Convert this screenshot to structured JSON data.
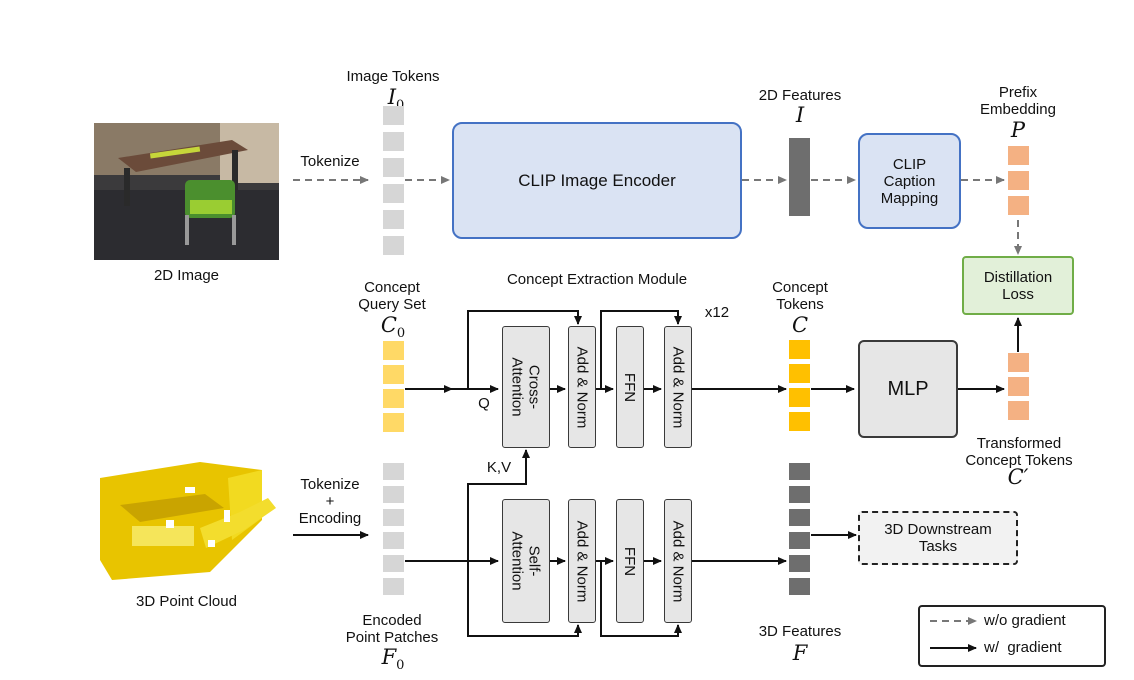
{
  "colors": {
    "gray_token": "#d6d6d6",
    "dark_token": "#6e6e6e",
    "orange_token": "#f4b183",
    "yellow_light": "#ffd966",
    "yellow_dark": "#ffc000",
    "clip_fill": "#dae3f3",
    "clip_border": "#4472c4",
    "distill_fill": "#e2f0d9",
    "distill_border": "#70ad47",
    "module_fill": "#fbe5d6",
    "module_border": "#c55a11"
  },
  "images": {
    "image_2d_label": "2D Image",
    "point_cloud_label": "3D Point Cloud"
  },
  "labels": {
    "image_tokens": "Image Tokens",
    "tokenize": "Tokenize",
    "tokenize_encoding": [
      "Tokenize",
      "+",
      "Encoding"
    ],
    "features_2d": "2D Features",
    "prefix_embedding": [
      "Prefix",
      "Embedding"
    ],
    "concept_query_set": [
      "Concept",
      "Query Set"
    ],
    "concept_tokens": [
      "Concept",
      "Tokens"
    ],
    "transformed_concept_tokens": [
      "Transformed",
      "Concept Tokens"
    ],
    "encoded_point_patches": [
      "Encoded",
      "Point Patches"
    ],
    "features_3d": "3D Features",
    "q": "Q",
    "kv": "K,V",
    "x12": "x12"
  },
  "symbols": {
    "I0": "I",
    "I0_sub": "0",
    "I": "I",
    "P": "P",
    "C0": "C",
    "C0_sub": "0",
    "C": "C",
    "Cprime": "C′",
    "F0": "F",
    "F0_sub": "0",
    "F": "F"
  },
  "boxes": {
    "clip_encoder": "CLIP Image Encoder",
    "clip_caption": [
      "CLIP",
      "Caption",
      "Mapping"
    ],
    "distillation": [
      "Distillation",
      "Loss"
    ],
    "mlp": "MLP",
    "downstream": [
      "3D Downstream",
      "Tasks"
    ],
    "module_title": "Concept Extraction Module",
    "cross_attention": [
      "Cross-",
      "Attention"
    ],
    "self_attention": [
      "Self-",
      "Attention"
    ],
    "add_norm": "Add & Norm",
    "ffn": "FFN"
  },
  "legend": {
    "dashed": "w/o gradient",
    "solid": "w/  gradient"
  }
}
